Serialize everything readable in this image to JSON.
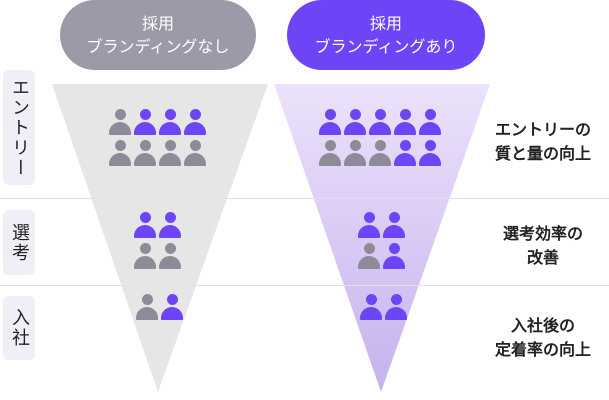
{
  "colors": {
    "accent": "#6d45f7",
    "muted": "#8e8a97",
    "header_gray": "#9e99a8",
    "funnel_gray": "#e6e6e6"
  },
  "headers": [
    {
      "line1": "採用",
      "line2": "ブランディングなし"
    },
    {
      "line1": "採用",
      "line2": "ブランディングあり"
    }
  ],
  "stages": [
    "エントリー",
    "選考",
    "入社"
  ],
  "results": [
    {
      "line1": "エントリーの",
      "line2": "質と量の向上"
    },
    {
      "line1": "選考効率の",
      "line2": "改善"
    },
    {
      "line1": "入社後の",
      "line2": "定着率の向上"
    }
  ],
  "icon_groups": {
    "without_branding": {
      "entry": [
        [
          "muted",
          "accent",
          "accent",
          "accent"
        ],
        [
          "muted",
          "muted",
          "muted",
          "muted"
        ]
      ],
      "selection": [
        [
          "accent",
          "accent"
        ],
        [
          "muted",
          "muted"
        ]
      ],
      "joining": [
        [
          "muted",
          "accent"
        ]
      ]
    },
    "with_branding": {
      "entry": [
        [
          "accent",
          "accent",
          "accent",
          "accent",
          "accent"
        ],
        [
          "muted",
          "muted",
          "muted",
          "accent",
          "accent"
        ]
      ],
      "selection": [
        [
          "accent",
          "accent"
        ],
        [
          "muted",
          "accent"
        ]
      ],
      "joining": [
        [
          "accent",
          "accent"
        ]
      ]
    }
  }
}
